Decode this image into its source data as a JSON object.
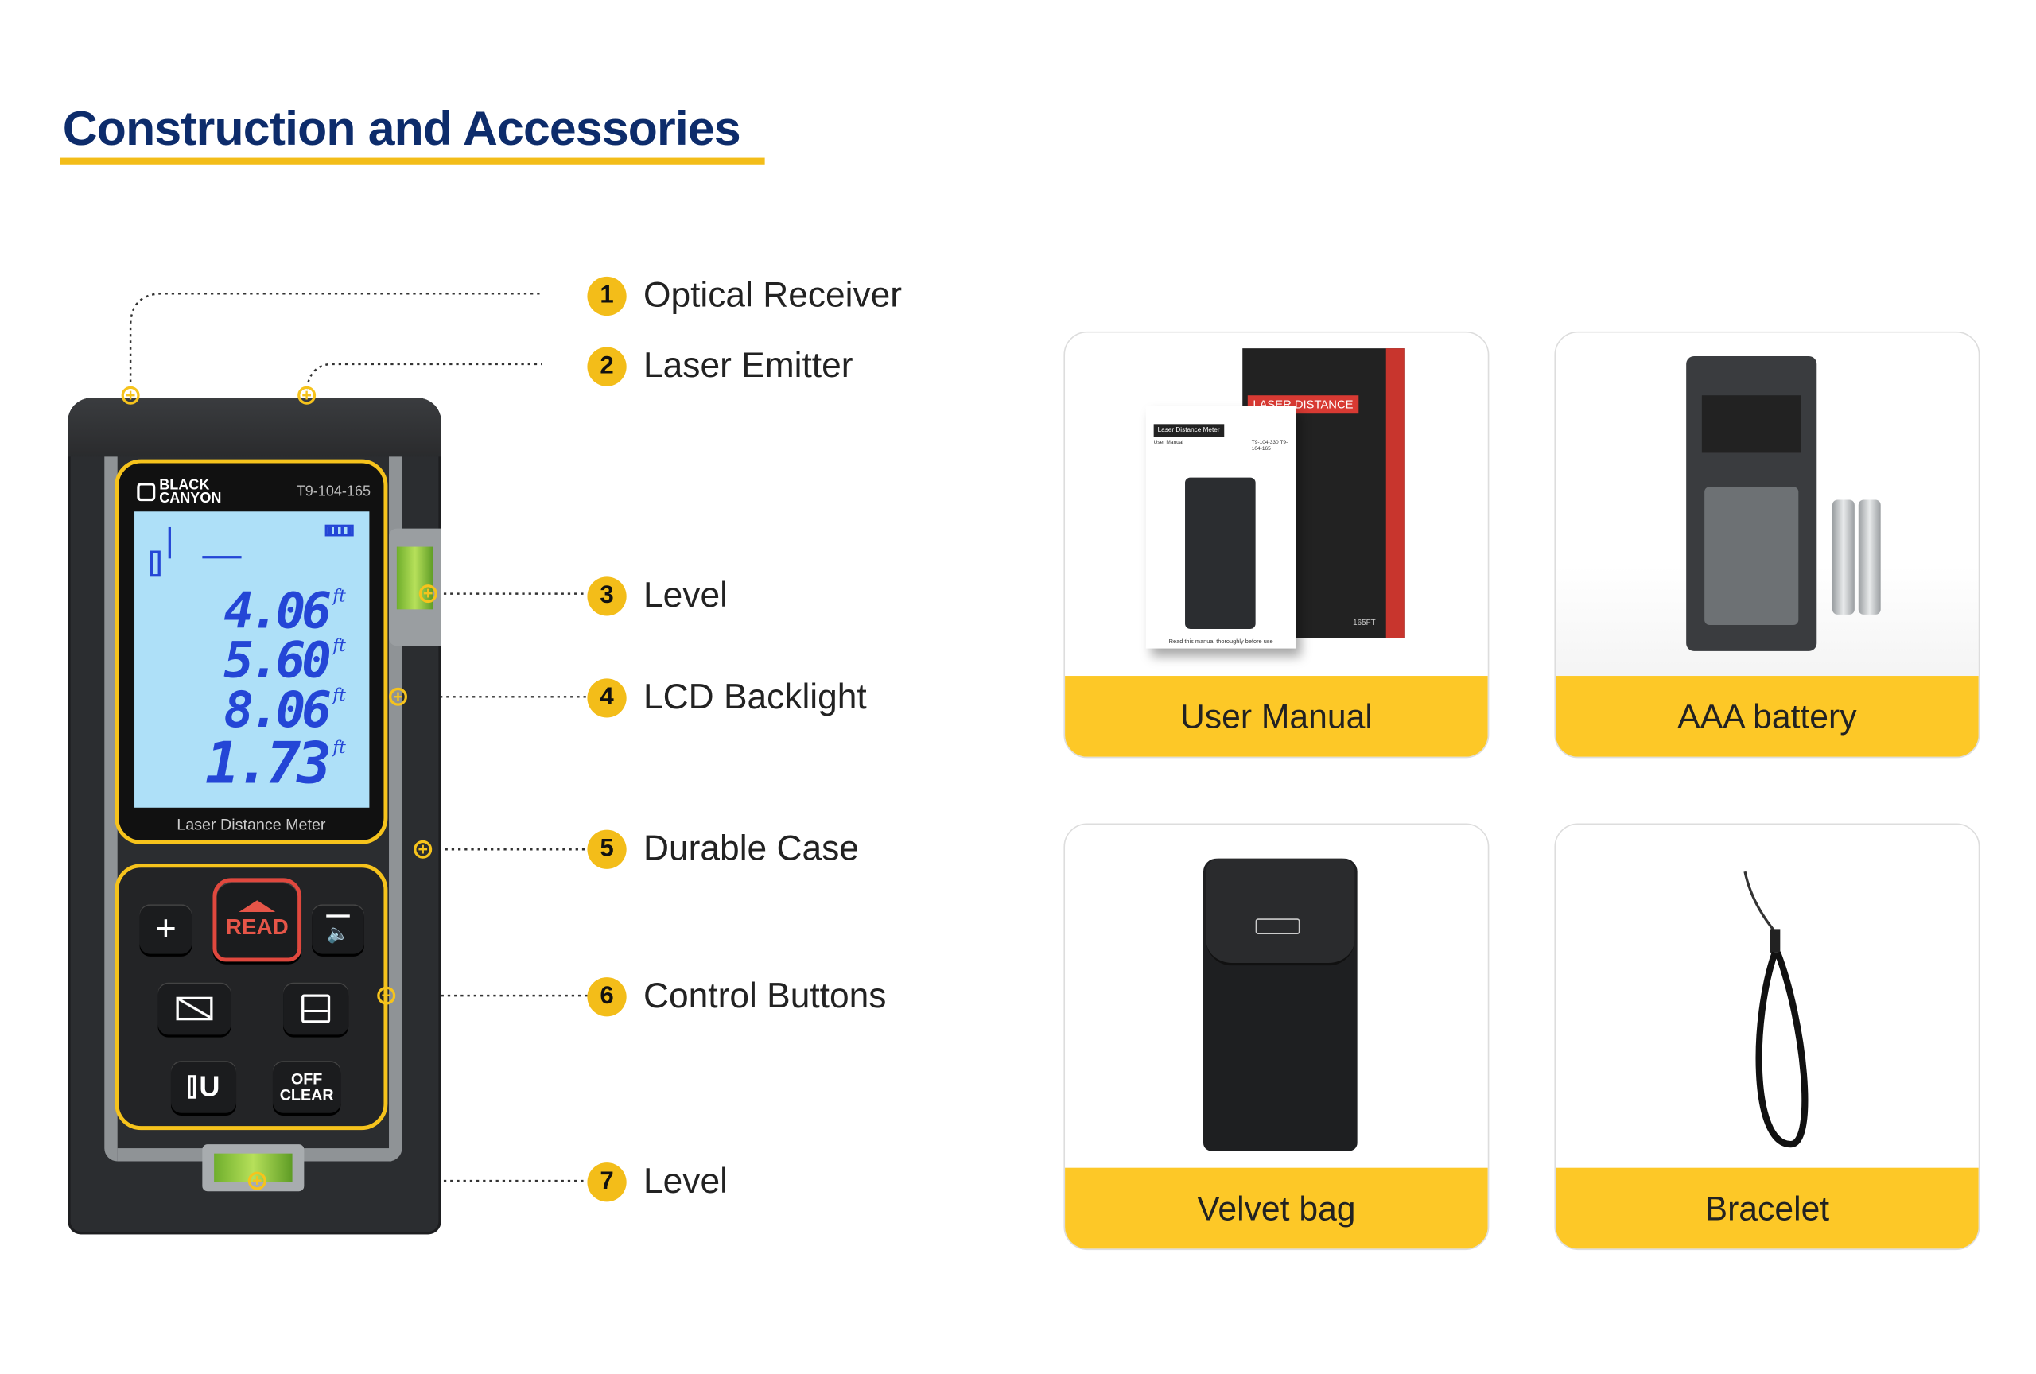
{
  "title": "Construction and Accessories",
  "device": {
    "brand": "BLACK CANYON",
    "model": "T9-104-165",
    "screen_caption": "Laser Distance Meter",
    "readings": [
      {
        "value": "4.06",
        "unit": "ft"
      },
      {
        "value": "5.60",
        "unit": "ft"
      },
      {
        "value": "8.06",
        "unit": "ft"
      },
      {
        "value": "1.73",
        "unit": "ft"
      }
    ],
    "buttons": {
      "plus": "+",
      "read": "READ",
      "off_clear_1": "OFF",
      "off_clear_2": "CLEAR",
      "unit": "U"
    }
  },
  "callouts": [
    {
      "num": "1",
      "label": "Optical Receiver"
    },
    {
      "num": "2",
      "label": "Laser Emitter"
    },
    {
      "num": "3",
      "label": "Level"
    },
    {
      "num": "4",
      "label": "LCD Backlight"
    },
    {
      "num": "5",
      "label": "Durable Case"
    },
    {
      "num": "6",
      "label": "Control Buttons"
    },
    {
      "num": "7",
      "label": "Level"
    }
  ],
  "accessories": [
    {
      "label": "User Manual",
      "box_text": "LASER DISTANCE",
      "manual_title": "Laser Distance Meter",
      "manual_sub": "User Manual",
      "manual_models": "T9-104-330 T9-104-165",
      "manual_note": "Read this manual thoroughly before use",
      "box_size": "165FT"
    },
    {
      "label": "AAA battery"
    },
    {
      "label": "Velvet bag"
    },
    {
      "label": "Bracelet"
    }
  ],
  "colors": {
    "title": "#0d2c6b",
    "accent": "#f3bd19",
    "band": "#fdc827",
    "lcd": "#aee0f8",
    "digits": "#2446d6"
  }
}
